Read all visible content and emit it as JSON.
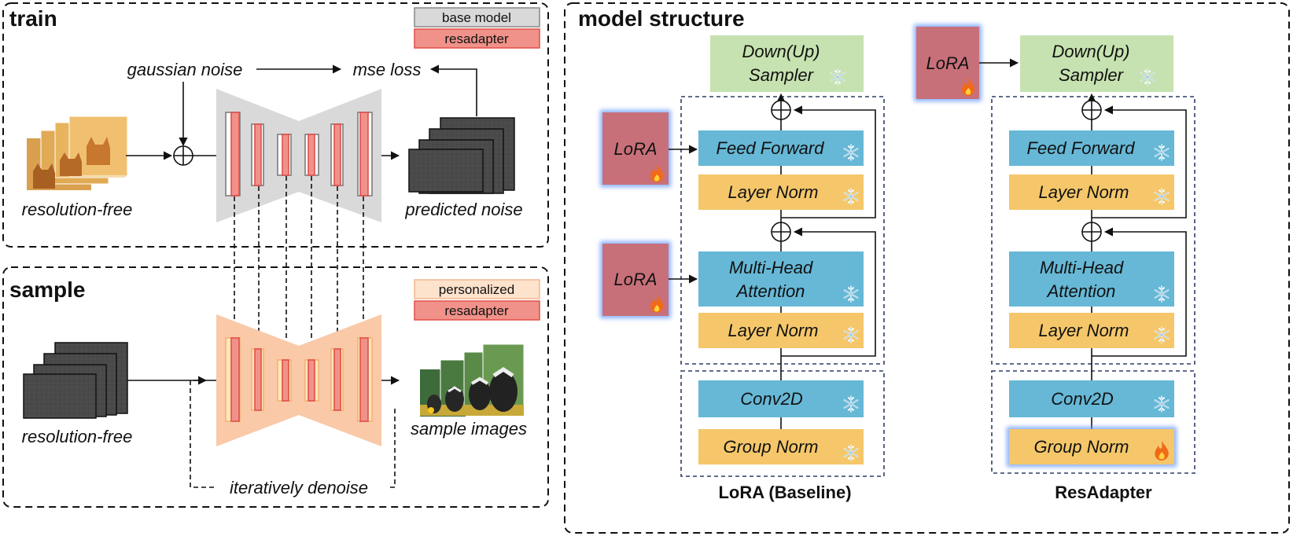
{
  "train": {
    "title": "train",
    "legend": {
      "base": "base model",
      "adapter": "resadapter"
    },
    "noise_label": "gaussian noise",
    "loss_label": "mse loss",
    "input_label": "resolution-free",
    "output_label": "predicted noise"
  },
  "sample": {
    "title": "sample",
    "legend": {
      "personalized": "personalized",
      "adapter": "resadapter"
    },
    "input_label": "resolution-free",
    "output_label": "sample images",
    "loop_label": "iteratively denoise"
  },
  "structure": {
    "title": "model structure",
    "down_sampler": [
      "Down(Up)",
      "Sampler"
    ],
    "lora": "LoRA",
    "feed_forward": "Feed Forward",
    "layer_norm": "Layer Norm",
    "attention": [
      "Multi-Head",
      "Attention"
    ],
    "conv": "Conv2D",
    "group_norm": "Group Norm",
    "caption_left": "LoRA (Baseline)",
    "caption_right": "ResAdapter"
  },
  "colors": {
    "lora": "#c8707a",
    "green": "#c6e2b0",
    "blue": "#66b8d6",
    "yellow": "#f5c76a",
    "unet_train": "#d9d9d9",
    "unet_sample": "#f9c9a8",
    "adapter_red": "#e8746a"
  },
  "icons": [
    "snowflake-icon",
    "fire-icon",
    "plus-circle-icon",
    "cat-image",
    "badger-image",
    "noise-stack"
  ]
}
